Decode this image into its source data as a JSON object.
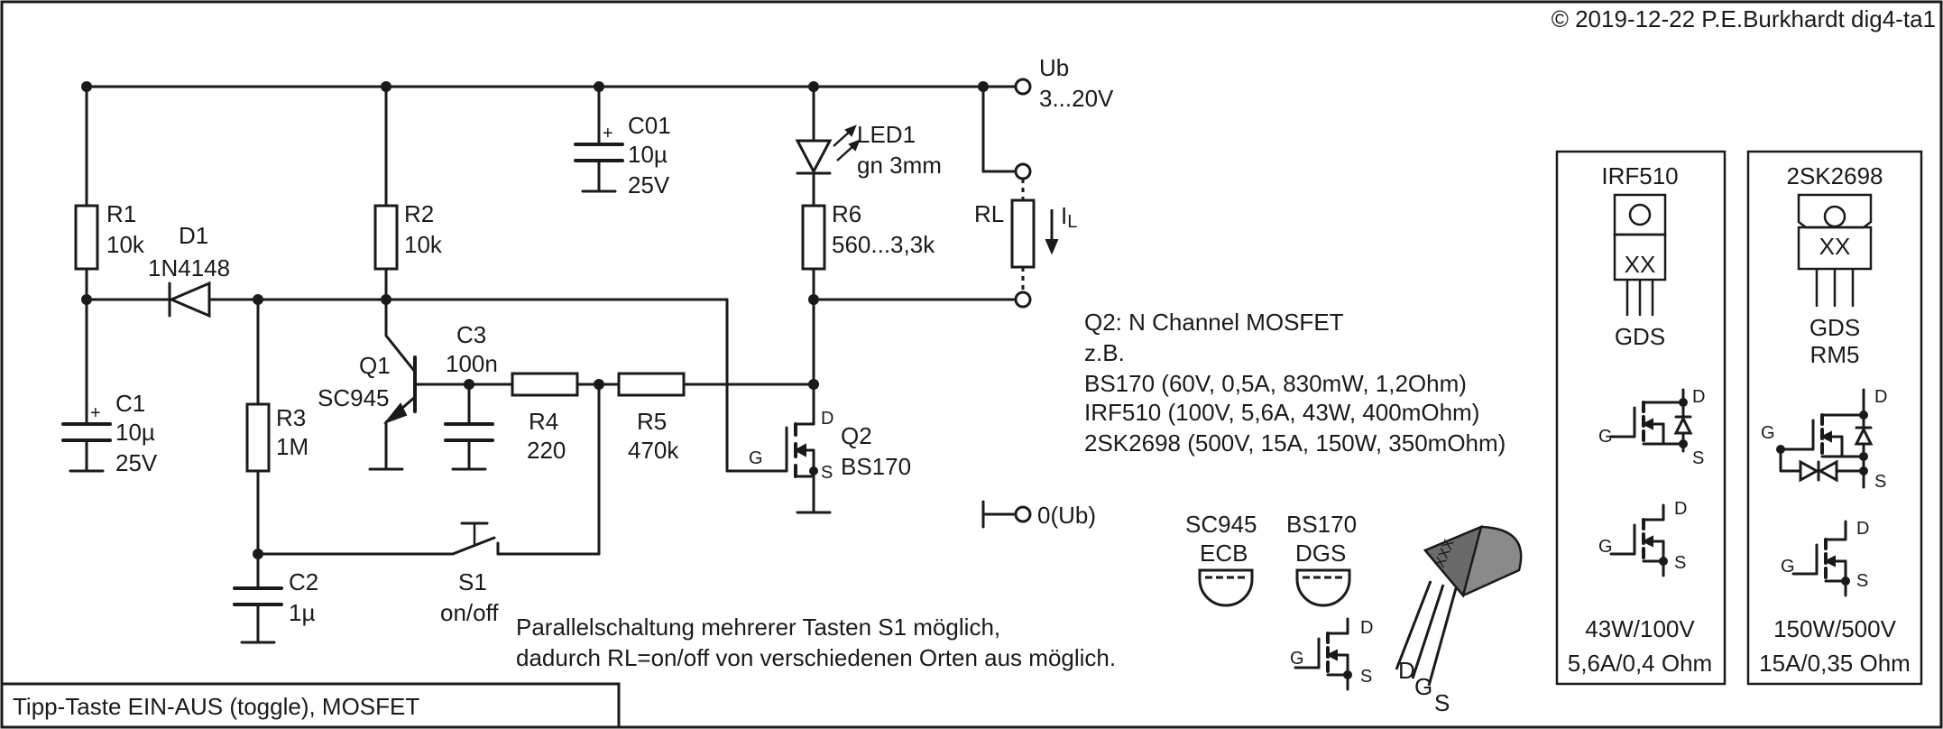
{
  "header": {
    "copyright": "© 2019-12-22 P.E.Burkhardt dig4-ta1"
  },
  "footer": {
    "title": "Tipp-Taste EIN-AUS (toggle), MOSFET"
  },
  "components": {
    "r1": {
      "ref": "R1",
      "value": "10k"
    },
    "r2": {
      "ref": "R2",
      "value": "10k"
    },
    "r3": {
      "ref": "R3",
      "value": "1M"
    },
    "r4": {
      "ref": "R4",
      "value": "220"
    },
    "r5": {
      "ref": "R5",
      "value": "470k"
    },
    "r6": {
      "ref": "R6",
      "value": "560...3,3k"
    },
    "d1": {
      "ref": "D1",
      "value": "1N4148"
    },
    "c1": {
      "ref": "C1",
      "value": "10µ",
      "voltage": "25V",
      "plus": "+"
    },
    "c01": {
      "ref": "C01",
      "value": "10µ",
      "voltage": "25V",
      "plus": "+"
    },
    "c2": {
      "ref": "C2",
      "value": "1µ"
    },
    "c3": {
      "ref": "C3",
      "value": "100n"
    },
    "q1": {
      "ref": "Q1",
      "value": "SC945"
    },
    "q2": {
      "ref": "Q2",
      "value": "BS170",
      "pin_g": "G",
      "pin_d": "D",
      "pin_s": "S"
    },
    "led1": {
      "ref": "LED1",
      "value": "gn 3mm"
    },
    "s1": {
      "ref": "S1",
      "value": "on/off"
    },
    "rl": {
      "ref": "RL",
      "current": "I",
      "current_sub": "L"
    }
  },
  "terminals": {
    "ub": "Ub",
    "ub_range": "3...20V",
    "gnd": "0(Ub)"
  },
  "notes": {
    "q2_info": [
      "Q2: N Channel MOSFET",
      "z.B.",
      "BS170 (60V, 0,5A, 830mW, 1,2Ohm)",
      "IRF510 (100V, 5,6A, 43W, 400mOhm)",
      "2SK2698 (500V, 15A, 150W, 350mOhm)"
    ],
    "parallel": [
      "Parallelschaltung mehrerer Tasten S1 möglich,",
      "dadurch RL=on/off von verschiedenen Orten aus möglich."
    ]
  },
  "packages": {
    "sc945": {
      "name": "SC945",
      "pins": "ECB"
    },
    "bs170": {
      "name": "BS170",
      "pins": "DGS"
    },
    "to92": {
      "marking": "XXX",
      "pin_d": "D",
      "pin_g": "G",
      "pin_s": "S"
    },
    "mosfet_small": {
      "pin_g": "G",
      "pin_d": "D",
      "pin_s": "S"
    },
    "irf510": {
      "name": "IRF510",
      "marking": "XX",
      "pins": "GDS",
      "rating1": "43W/100V",
      "rating2": "5,6A/0,4 Ohm"
    },
    "sk2698": {
      "name": "2SK2698",
      "marking": "XX",
      "pins": "GDS",
      "package": "RM5",
      "rating1": "150W/500V",
      "rating2": "15A/0,35 Ohm"
    }
  },
  "pin_letters": {
    "g": "G",
    "d": "D",
    "s": "S"
  }
}
